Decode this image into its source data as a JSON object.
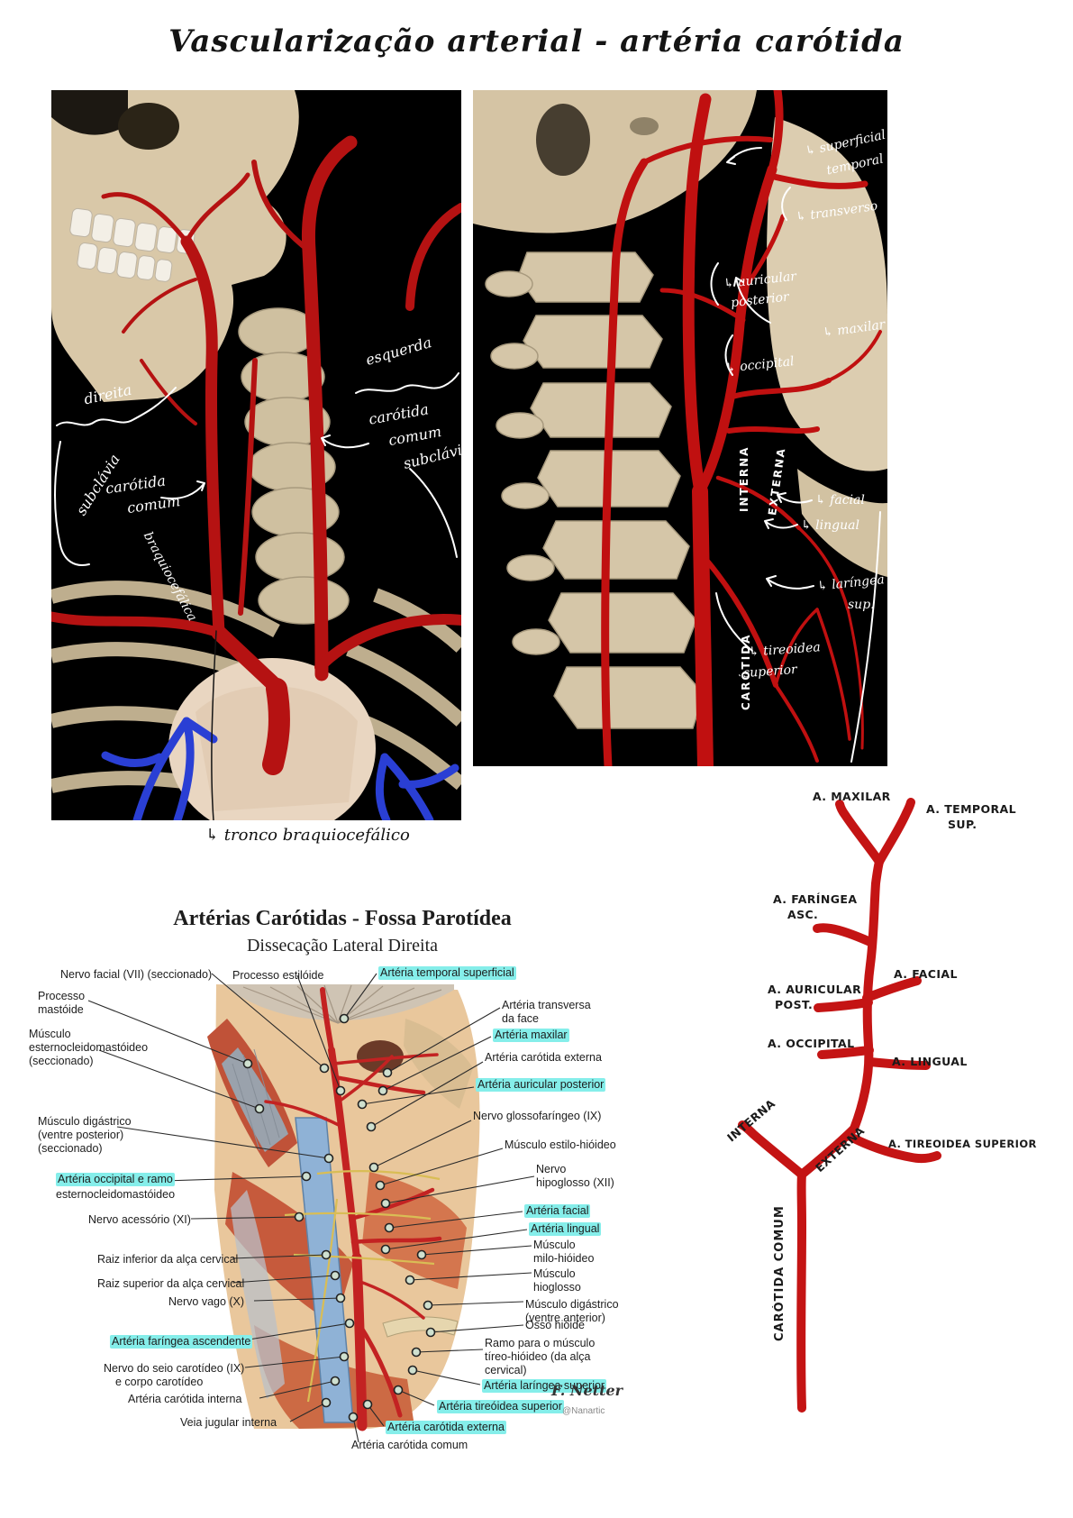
{
  "page": {
    "title": "Vascularização arterial - artéria carótida"
  },
  "colors": {
    "artery_red": "#c41414",
    "vein_blue": "#2a3fd4",
    "highlight_cyan": "#85eeea",
    "bone_beige": "#d9c8a8",
    "figure_background": "#000000"
  },
  "panel_left": {
    "labels": {
      "direita": "direita",
      "subclavia_direita": "subclávia",
      "carotida_direita_1": "carótida",
      "carotida_direita_2": "comum",
      "esquerda": "esquerda",
      "carotida_esquerda_1": "carótida",
      "carotida_esquerda_2": "comum",
      "subclavia_esquerda": "subclávia",
      "braquiocefalica": "braquiocefálica",
      "tronco_nota": "↳ tronco braquiocefálico"
    }
  },
  "panel_right": {
    "labels": {
      "superficial": "↳ superficial",
      "temporal": "temporal",
      "transverso": "↳ transverso",
      "auricular": "↳ auricular",
      "posterior": "posterior",
      "maxilar": "↳ maxilar",
      "occipital": "↳ occipital",
      "interna": "INTERNA",
      "externa": "EXTERNA",
      "facial": "↳ facial",
      "lingual": "↳ lingual",
      "laringea": "↳ laríngea",
      "sup": "sup.",
      "carotida": "CARÓTIDA",
      "tireoidea": "↳ tireoidea",
      "superior": "superior"
    }
  },
  "netter": {
    "title": "Artérias Carótidas - Fossa Parotídea",
    "subtitle": "Dissecação Lateral Direita",
    "signature": "F. Netter",
    "credit": "@Nanartic",
    "labels": {
      "nervo_facial": "Nervo facial (VII) (seccionado)",
      "processo_estiloide": "Processo estilóide",
      "temporal_superficial": "Artéria temporal superficial",
      "processo_mastoide_1": "Processo",
      "processo_mastoide_2": "mastóide",
      "transversa_1": "Artéria transversa",
      "transversa_2": "da face",
      "maxilar": "Artéria maxilar",
      "ecm_1": "Músculo",
      "ecm_2": "esternocleidomastóideo",
      "ecm_3": "(seccionado)",
      "carotida_externa_dir": "Artéria carótida externa",
      "auricular_posterior": "Artéria auricular posterior",
      "digastrico_post_1": "Músculo digástrico",
      "digastrico_post_2": "(ventre posterior)",
      "digastrico_post_3": "(seccionado)",
      "glossofaringeo": "Nervo glossofaríngeo (IX)",
      "estilo_hioideo": "Músculo estilo-hióideo",
      "hipoglosso_1": "Nervo",
      "hipoglosso_2": "hipoglosso (XII)",
      "occipital_1": "Artéria occipital e ramo",
      "occipital_2": "esternocleidomastóideo",
      "facial": "Artéria facial",
      "lingual": "Artéria lingual",
      "acessorio": "Nervo acessório (XI)",
      "milo_1": "Músculo",
      "milo_2": "milo-hióideo",
      "raiz_inferior": "Raiz inferior da alça cervical",
      "hioglosso_1": "Músculo",
      "hioglosso_2": "hioglosso",
      "raiz_superior": "Raiz superior da alça cervical",
      "digastrico_ant_1": "Músculo digástrico",
      "digastrico_ant_2": "(ventre anterior)",
      "vago": "Nervo vago (X)",
      "osso_hioide": "Osso hióide",
      "faringea_ascendente": "Artéria faríngea ascendente",
      "ramo_1": "Ramo para o músculo",
      "ramo_2": "tíreo-hióideo (da alça",
      "ramo_3": "cervical)",
      "seio_1": "Nervo do seio carotídeo (IX)",
      "seio_2": "e corpo carotídeo",
      "laringea_superior": "Artéria laríngea superior",
      "carotida_interna": "Artéria carótida interna",
      "tireoidea_superior": "Artéria tireóidea superior",
      "jugular_interna": "Veia jugular interna",
      "carotida_externa_baixo": "Artéria carótida externa",
      "carotida_comum": "Artéria carótida comum"
    }
  },
  "schematic": {
    "labels": {
      "maxilar": "A. MAXILAR",
      "temporal_1": "A. TEMPORAL",
      "temporal_2": "SUP.",
      "faringea_1": "A. FARÍNGEA",
      "faringea_2": "ASC.",
      "facial": "A. FACIAL",
      "auricular_1": "A. AURICULAR",
      "auricular_2": "POST.",
      "occipital": "A. OCCIPITAL",
      "lingual": "A. LINGUAL",
      "tireoidea": "A. TIREOIDEA SUPERIOR",
      "interna": "INTERNA",
      "externa": "EXTERNA",
      "comum": "CARÓTIDA COMUM"
    }
  }
}
